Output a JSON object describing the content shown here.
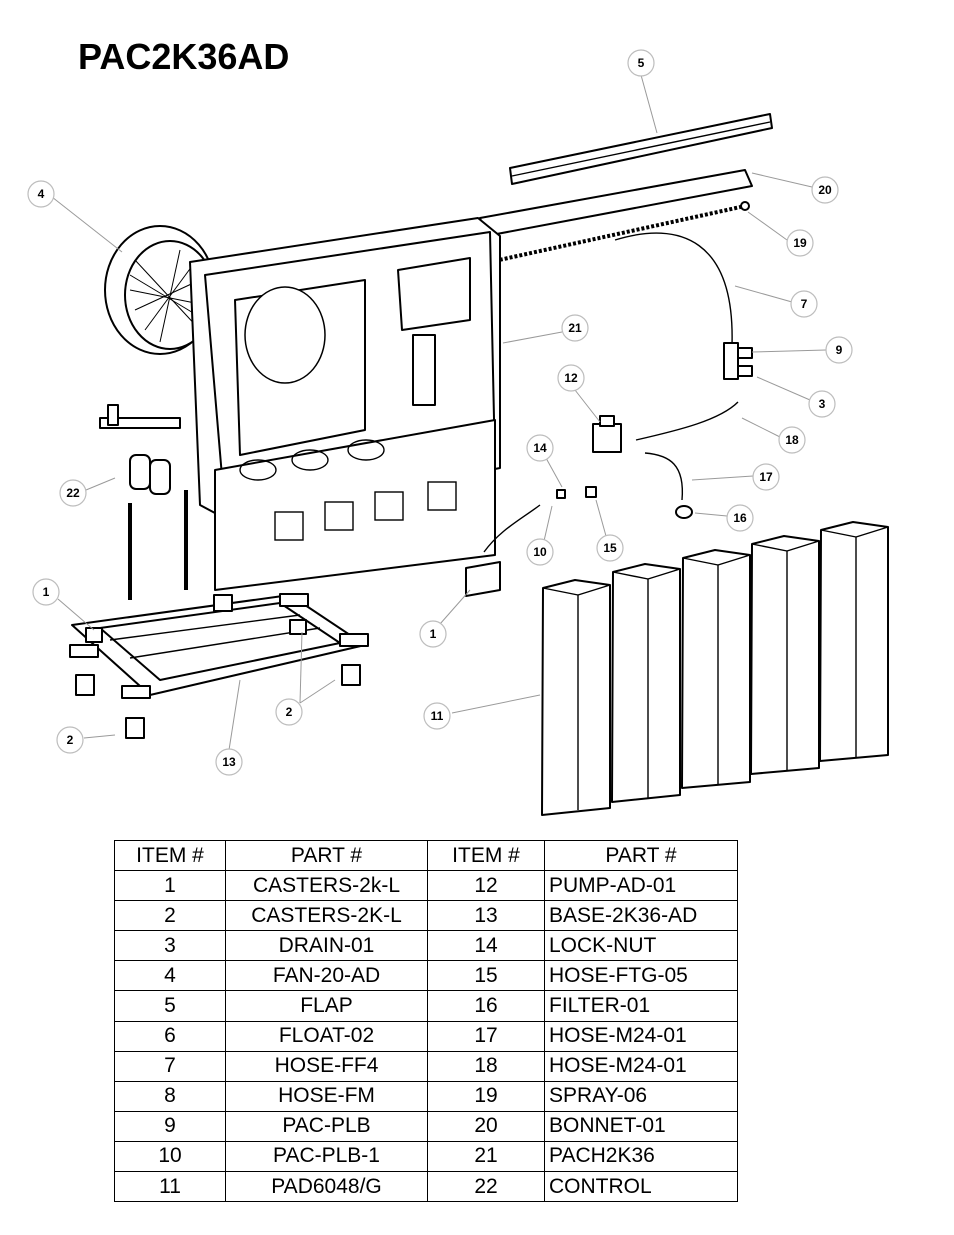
{
  "title": "PAC2K36AD",
  "callouts": [
    "5",
    "20",
    "4",
    "19",
    "7",
    "21",
    "9",
    "12",
    "3",
    "18",
    "14",
    "17",
    "22",
    "16",
    "10",
    "15",
    "1",
    "1",
    "11",
    "2",
    "2",
    "13"
  ],
  "table": {
    "headers": [
      "ITEM #",
      "PART #",
      "ITEM #",
      "PART #"
    ],
    "rows": [
      [
        "1",
        "CASTERS-2k-L",
        "12",
        "PUMP-AD-01"
      ],
      [
        "2",
        "CASTERS-2K-L",
        "13",
        "BASE-2K36-AD"
      ],
      [
        "3",
        "DRAIN-01",
        "14",
        "LOCK-NUT"
      ],
      [
        "4",
        "FAN-20-AD",
        "15",
        "HOSE-FTG-05"
      ],
      [
        "5",
        "FLAP",
        "16",
        "FILTER-01"
      ],
      [
        "6",
        "FLOAT-02",
        "17",
        "HOSE-M24-01"
      ],
      [
        "7",
        "HOSE-FF4",
        "18",
        "HOSE-M24-01"
      ],
      [
        "8",
        "HOSE-FM",
        "19",
        "SPRAY-06"
      ],
      [
        "9",
        "PAC-PLB",
        "20",
        "BONNET-01"
      ],
      [
        "10",
        "PAC-PLB-1",
        "21",
        "PACH2K36"
      ],
      [
        "11",
        "PAD6048/G",
        "22",
        "CONTROL"
      ]
    ]
  }
}
